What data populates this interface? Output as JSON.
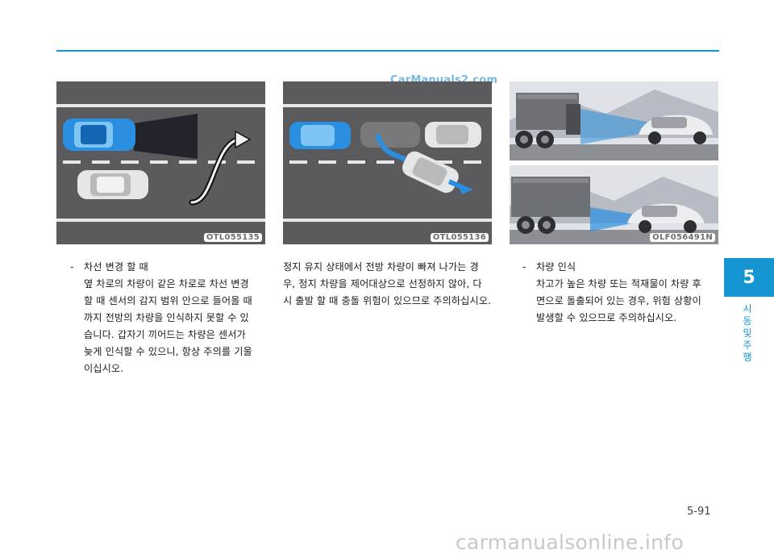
{
  "watermark_top": "CarManuals2.com",
  "figures": [
    {
      "code": "OTL055135",
      "description_icon": "lane-change-diagram-icon"
    },
    {
      "code": "OTL055136",
      "description_icon": "stop-and-go-diagram-icon"
    },
    {
      "code": "OLF056491N",
      "description_icon": "high-truck-recognition-icon"
    }
  ],
  "left_text": {
    "dash": "-",
    "heading": "차선 변경 할 때",
    "body_lines": [
      "옆 차로의 차량이 같은 차로로 차선 변경",
      "할 때 센서의 감지 범위 안으로 들어올 때",
      "까지 전방의 차량을 인식하지 못할 수 있",
      "습니다. 갑자기 끼어드는 차량은 센서가",
      "늦게 인식할 수 있으니, 항상 주의를 기울",
      "이십시오."
    ]
  },
  "middle_text": {
    "lines": [
      "정지 유지 상태에서 전방 차량이 빠져 나가는 경",
      "우, 정지 차량을 제어대상으로 선정하지 않아, 다",
      "시 출발 할 때 충돌 위험이 있으므로 주의하십시오."
    ]
  },
  "right_text": {
    "dash": "-",
    "heading": "차량 인식",
    "body_lines": [
      "차고가 높은 차량 또는 적재물이 차량 후",
      "면으로 돌출되어 있는 경우, 위험 상황이",
      "발생할 수 있으므로 주의하십시오."
    ]
  },
  "chapter": {
    "number": "5",
    "label": "시동 및 주행"
  },
  "page_number": "5-91",
  "watermark_bottom": "carmanualsonline.info",
  "colors": {
    "accent": "#1596d2",
    "road": "#5e5e60",
    "sensor_blue": "#2a8fe0"
  }
}
